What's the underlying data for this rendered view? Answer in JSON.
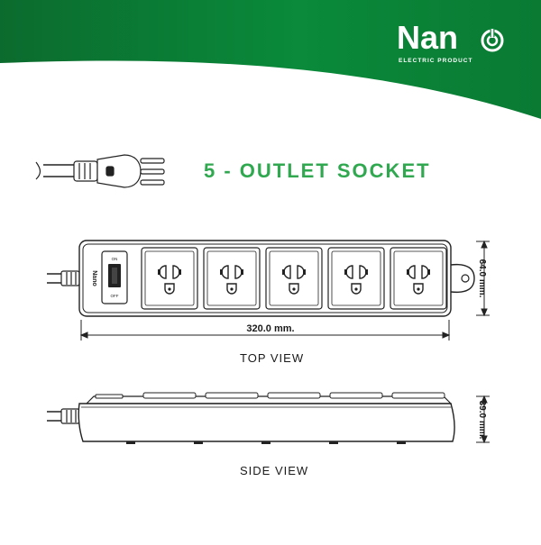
{
  "brand": {
    "name": "Nan",
    "tagline": "ELECTRIC PRODUCT"
  },
  "title": "5 - OUTLET SOCKET",
  "dimensions": {
    "width": "320.0 mm.",
    "depth": "64.0 mm.",
    "height": "39.0 mm."
  },
  "switch_labels": {
    "on": "ON",
    "off": "OFF"
  },
  "body_brand": "Nano",
  "views": {
    "top": "TOP VIEW",
    "side": "SIDE VIEW"
  },
  "outlet_count": 5,
  "colors": {
    "banner_green": "#0a8a3a",
    "banner_dark": "#0b6b2e",
    "title_green": "#2fa84f",
    "line": "#222222"
  }
}
